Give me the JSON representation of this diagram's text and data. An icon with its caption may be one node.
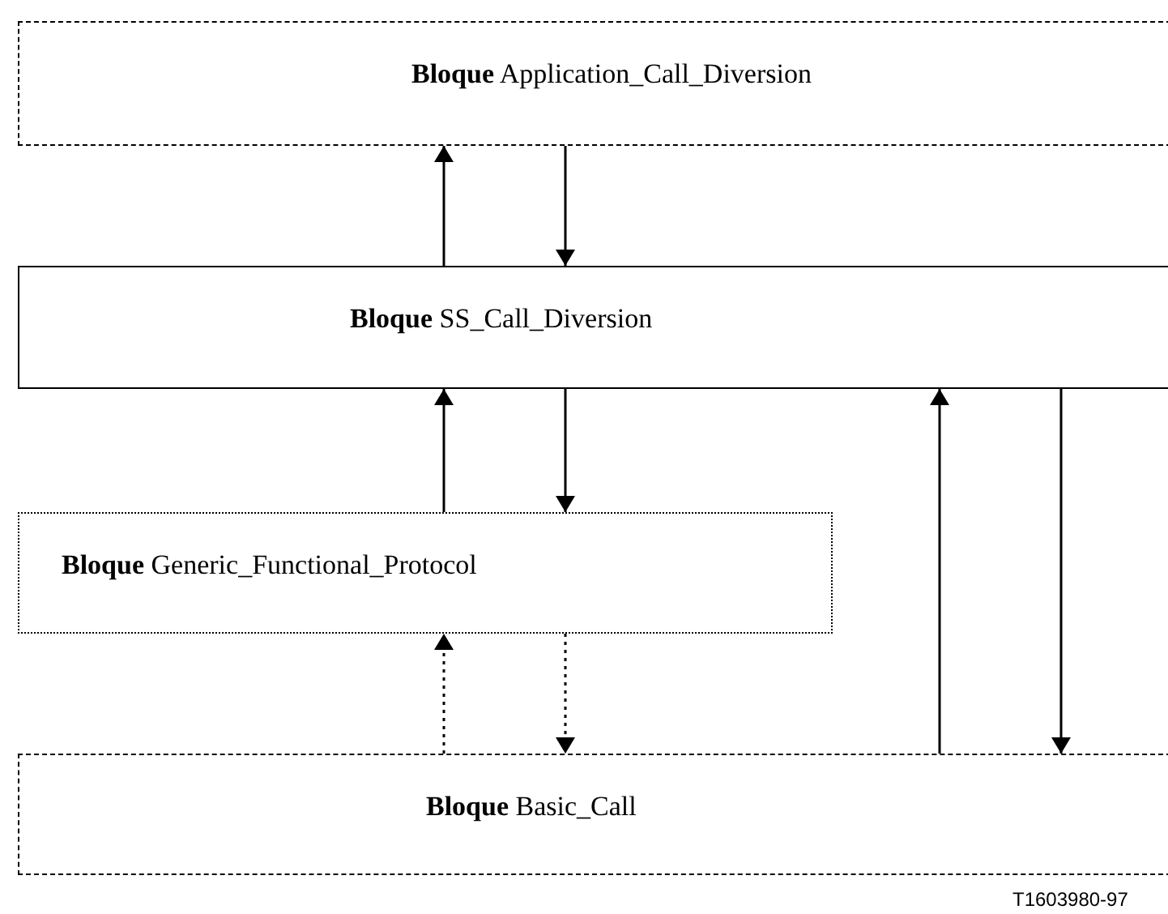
{
  "diagram": {
    "nodes": [
      {
        "text": [
          "**Bloque** Application_Call_Diversion"
        ]
      },
      {
        "text": [
          "**Bloque** SS_Call_Diversion"
        ]
      },
      {
        "text": [
          "**Bloque** Generic_Functional_Protocol"
        ]
      },
      {
        "text": [
          "**Bloque** Basic_Call"
        ]
      }
    ],
    "edges": [
      {
        "from": 1,
        "to": 0,
        "arrow": "to"
      },
      {
        "from": 0,
        "to": 1,
        "arrow": "to"
      },
      {
        "from": 2,
        "to": 1,
        "arrow": "to"
      },
      {
        "from": 1,
        "to": 2,
        "arrow": "to"
      },
      {
        "from": 3,
        "to": 2,
        "arrow": "to",
        "style": "dashed"
      },
      {
        "from": 2,
        "to": 3,
        "arrow": "to",
        "style": "dashed"
      },
      {
        "from": 3,
        "to": 1,
        "arrow": "to"
      },
      {
        "from": 1,
        "to": 3,
        "arrow": "to"
      }
    ],
    "labels": [
      "T1603980-97"
    ]
  }
}
